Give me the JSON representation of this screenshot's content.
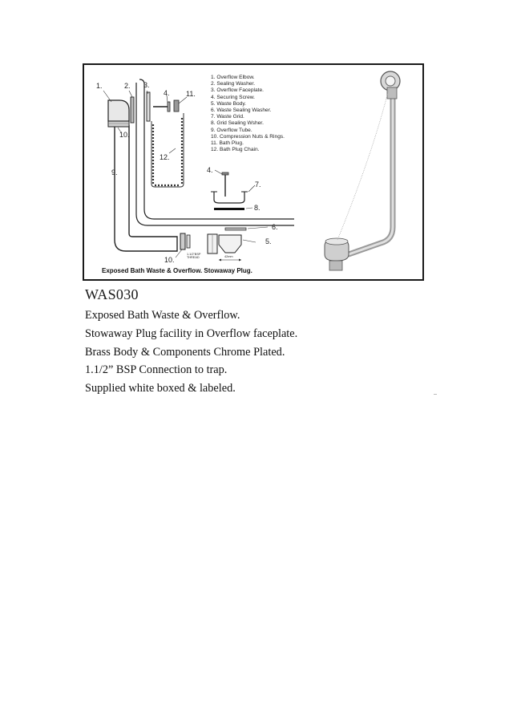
{
  "diagram": {
    "legend": [
      "1. Overflow Elbow.",
      "2. Sealing Washer.",
      "3. Overflow Faceplate.",
      "4. Securing Screw.",
      "5. Waste Body.",
      "6. Waste Sealing Washer.",
      "7. Waste Grid.",
      "8. Grid Sealing Wsher.",
      "9. Overflow Tube.",
      "10. Compression Nuts & Rings.",
      "11. Bath Plug.",
      "12. Bath Plug Chain."
    ],
    "callouts": {
      "c1": "1.",
      "c2": "2.",
      "c3": "3.",
      "c4a": "4.",
      "c11": "11.",
      "c10a": "10.",
      "c12": "12.",
      "c9": "9.",
      "c4b": "4.",
      "c7": "7.",
      "c8": "8.",
      "c6": "6.",
      "c5": "5.",
      "c10b": "10."
    },
    "thread_label_line1": "1.1/2\"BSP",
    "thread_label_line2": "THREAD",
    "dimension_label": "42mm",
    "caption": "Exposed Bath Waste & Overflow. Stowaway Plug."
  },
  "product": {
    "code": "WAS030",
    "lines": [
      "Exposed Bath Waste & Overflow.",
      "Stowaway Plug facility in Overflow faceplate.",
      "Brass Body & Components Chrome Plated.",
      "1.1/2” BSP Connection to trap.",
      "Supplied white boxed & labeled."
    ]
  }
}
